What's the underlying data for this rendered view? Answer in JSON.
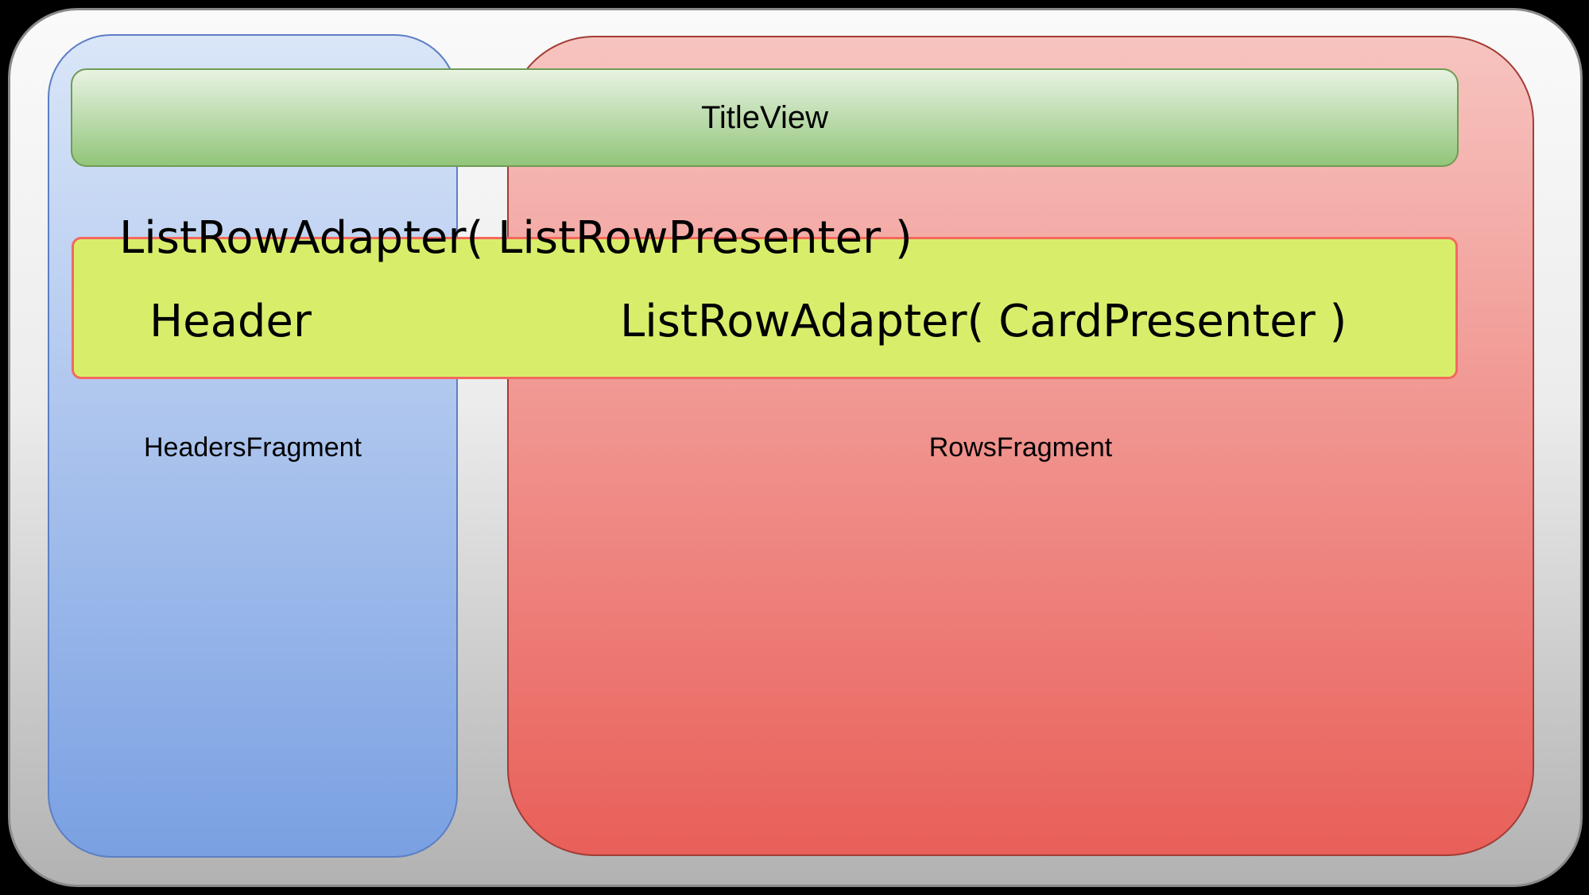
{
  "title_bar": {
    "label": "TitleView"
  },
  "fragments": {
    "headers": {
      "label": "HeadersFragment"
    },
    "rows": {
      "label": "RowsFragment"
    }
  },
  "adapters": {
    "list_row_presenter": "ListRowAdapter( ListRowPresenter )",
    "header": "Header",
    "card_presenter": "ListRowAdapter( CardPresenter )"
  },
  "colors": {
    "background": "#000000",
    "text": "#000000",
    "panel_top": "#fafafa",
    "panel_bottom": "#b2b2b2",
    "panel_border": "#8a8a8a",
    "blue_top": "#dae6f8",
    "blue_bottom": "#7aa0e2",
    "blue_border": "#5b7fc4",
    "red_top": "#f7c4c0",
    "red_bottom": "#e95f59",
    "red_border": "#a23c35",
    "green_top": "#e8f3e2",
    "green_bottom": "#92c57a",
    "green_border": "#6f9c55",
    "yellow_fill": "#d8ee6b",
    "yellow_border": "#f4685e"
  }
}
